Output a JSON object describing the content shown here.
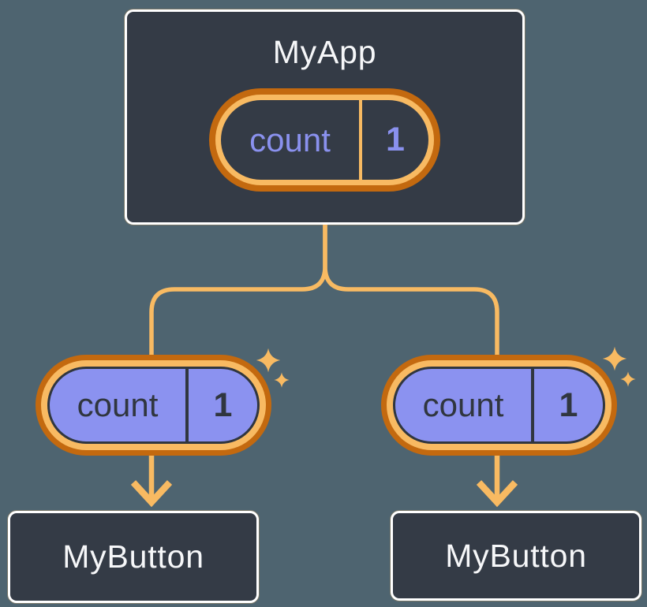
{
  "root_component": {
    "name": "MyApp",
    "state_pill": {
      "key": "count",
      "value": "1"
    }
  },
  "child_components": [
    {
      "name": "MyButton",
      "prop_pill": {
        "key": "count",
        "value": "1"
      }
    },
    {
      "name": "MyButton",
      "prop_pill": {
        "key": "count",
        "value": "1"
      }
    }
  ],
  "icons": {
    "sparkles": "sparkle-icon",
    "arrows": "arrow-down-icon"
  },
  "colors": {
    "background": "#4E6470",
    "card_fill": "#343B46",
    "card_border": "#FFFFFF",
    "accent_light": "#F8BA62",
    "accent_dark": "#C3690F",
    "pill_fill": "#8B92F0",
    "pill_text_purple": "#8A91EE",
    "ink_dark": "#30363F",
    "text_light": "#F6F7F9"
  }
}
